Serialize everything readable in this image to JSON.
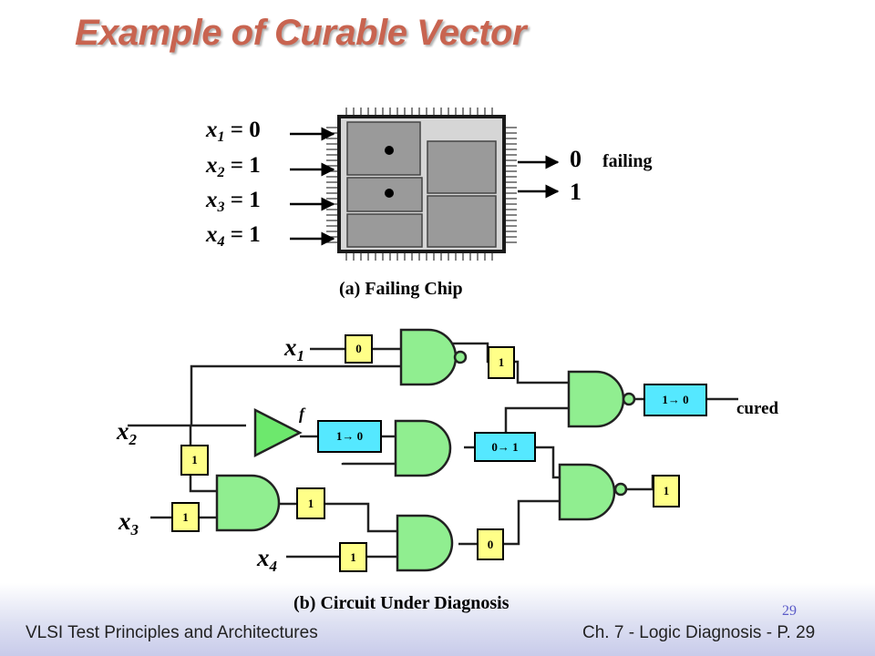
{
  "title": "Example of Curable Vector",
  "chip": {
    "inputs": [
      {
        "name": "x",
        "sub": "1",
        "eq": " = 0"
      },
      {
        "name": "x",
        "sub": "2",
        "eq": " = 1"
      },
      {
        "name": "x",
        "sub": "3",
        "eq": " = 1"
      },
      {
        "name": "x",
        "sub": "4",
        "eq": " = 1"
      }
    ],
    "outputs": [
      "0",
      "1"
    ],
    "failing_label": "failing",
    "caption": "(a) Failing Chip"
  },
  "circuit": {
    "vars": {
      "x1": {
        "name": "x",
        "sub": "1"
      },
      "x2": {
        "name": "x",
        "sub": "2"
      },
      "x3": {
        "name": "x",
        "sub": "3"
      },
      "x4": {
        "name": "x",
        "sub": "4"
      }
    },
    "fault_label": "f",
    "values": {
      "v_x1": "0",
      "v_g1_out": "1",
      "v_buf_out": "1→ 0",
      "v_g3_out": "0→ 1",
      "v_out1": "1→ 0",
      "v_x2": "1",
      "v_x3": "1",
      "v_and_out": "1",
      "v_x4": "1",
      "v_g4_out": "0",
      "v_out2": "1"
    },
    "cured_label": "cured",
    "caption": "(b) Circuit Under Diagnosis"
  },
  "footer": {
    "left": "VLSI Test Principles and Architectures",
    "right": "Ch. 7 - Logic Diagnosis  - P. 29",
    "page_number": "29"
  },
  "colors": {
    "title": "#c86450",
    "gate_fill": "#90ee90",
    "value_box": "#ffff88",
    "changed_box": "#55e8ff"
  }
}
